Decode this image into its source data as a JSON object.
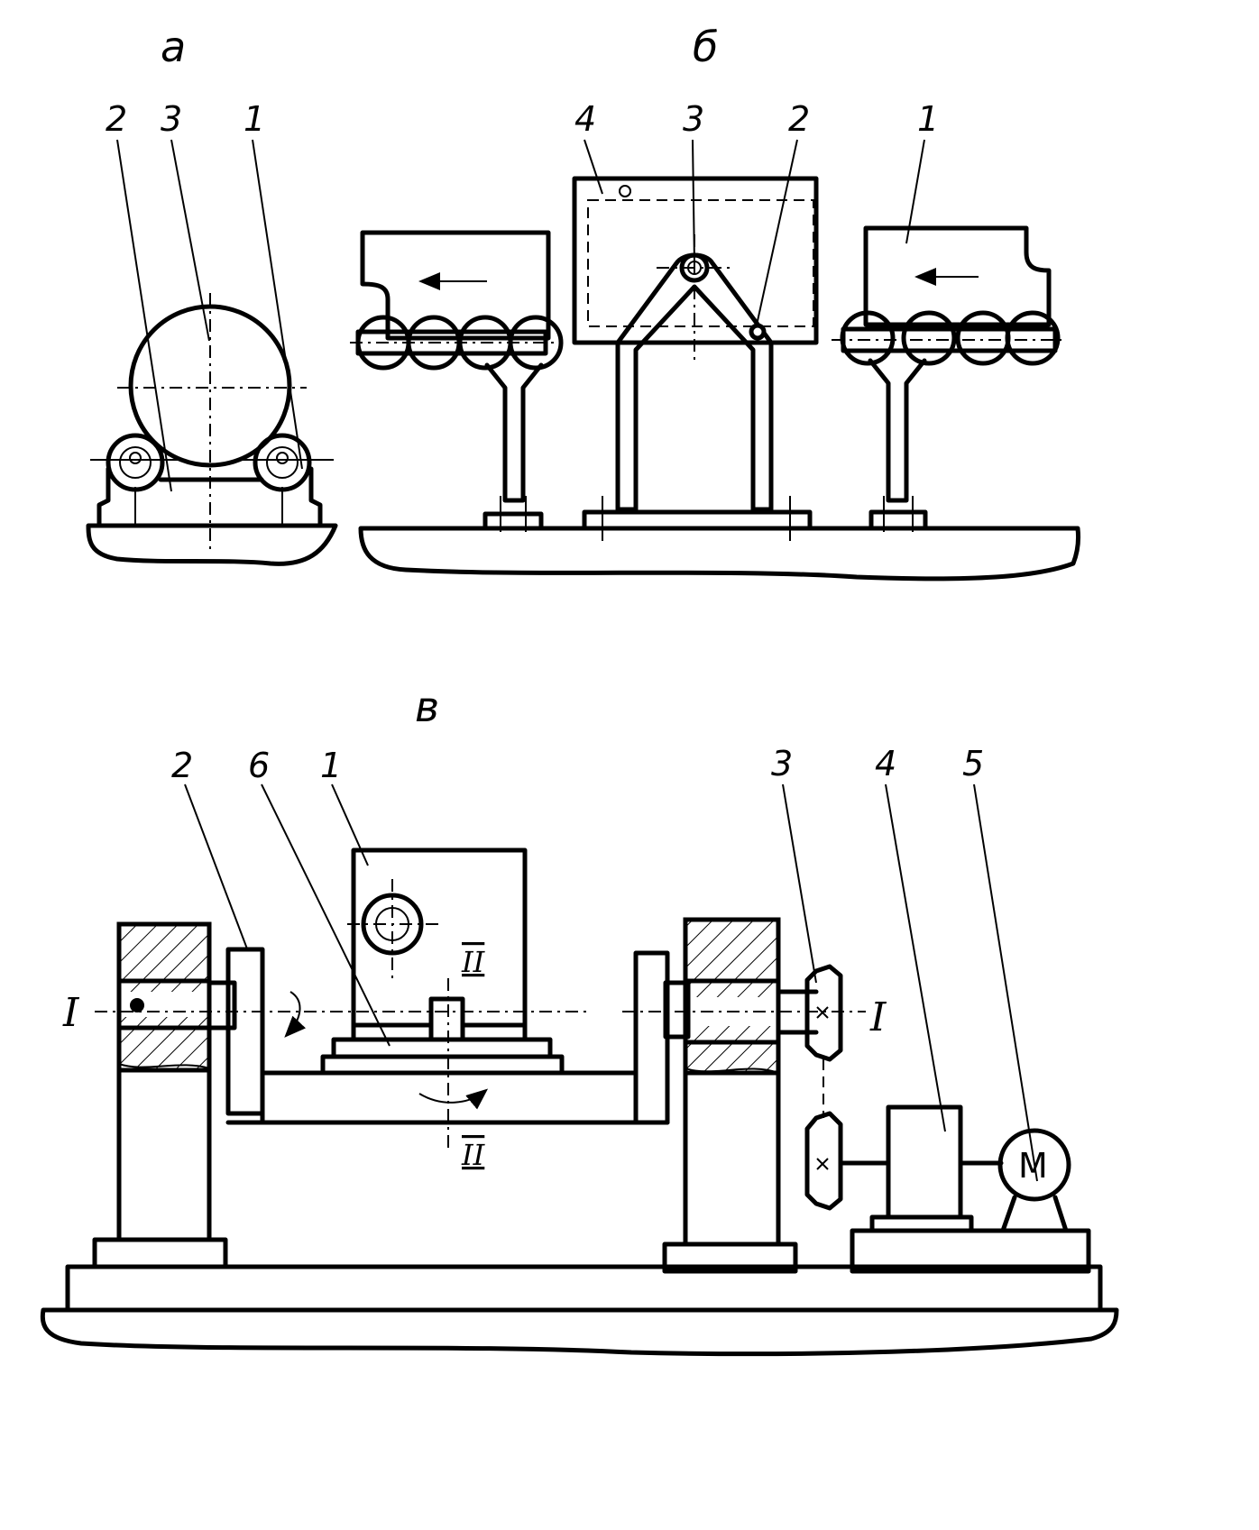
{
  "panels": {
    "a": {
      "title": "а",
      "callouts": [
        "2",
        "3",
        "1"
      ]
    },
    "b": {
      "title": "б",
      "callouts": [
        "4",
        "3",
        "2",
        "1"
      ]
    },
    "c": {
      "title": "в",
      "callouts": [
        "2",
        "6",
        "1",
        "3",
        "4",
        "5"
      ],
      "axis_I": "I",
      "axis_II": "II",
      "motor_label": "M"
    }
  }
}
